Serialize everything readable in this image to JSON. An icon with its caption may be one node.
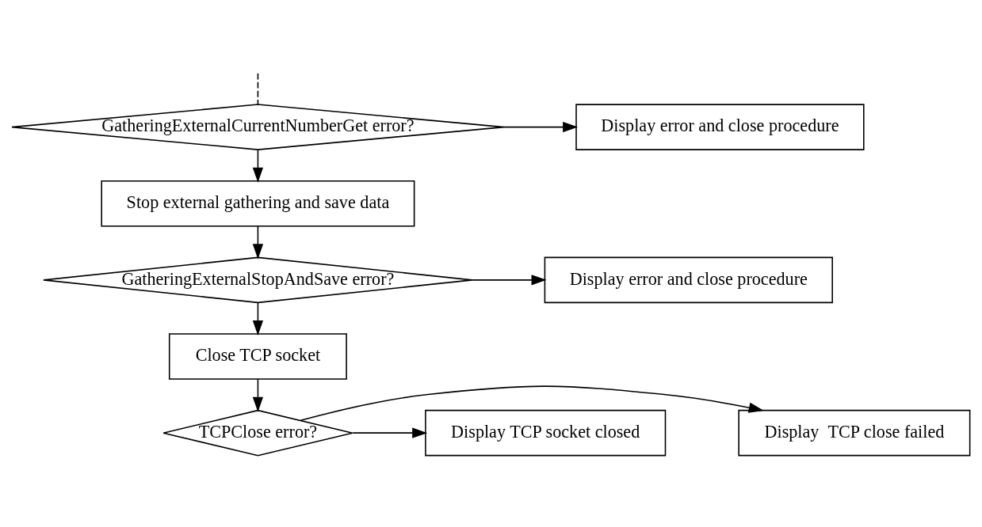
{
  "diagram": {
    "nodes": [
      {
        "text": [
          "Display error and close procedure"
        ]
      },
      {
        "text": [
          "GatheringExternalCurrentNumberGet error?"
        ]
      },
      {
        "text": [
          "Stop external gathering and save data"
        ]
      },
      {
        "text": [
          "Display error and close procedure"
        ]
      },
      {
        "text": [
          "GatheringExternalStopAndSave error?"
        ]
      },
      {
        "text": [
          "Close TCP socket"
        ]
      },
      {
        "text": [
          "Display  TCP close failed"
        ]
      },
      {
        "text": [
          "TCPClose error?"
        ]
      },
      {
        "text": [
          "Display TCP socket closed"
        ]
      }
    ],
    "edges": [
      {
        "from": null,
        "to": 1,
        "arrow": "none",
        "style": "dashed"
      },
      {
        "from": 1,
        "to": 0,
        "arrow": "to"
      },
      {
        "from": 1,
        "to": 2,
        "arrow": "to"
      },
      {
        "from": 2,
        "to": 4,
        "arrow": "to"
      },
      {
        "from": 4,
        "to": 3,
        "arrow": "to"
      },
      {
        "from": 4,
        "to": 5,
        "arrow": "to"
      },
      {
        "from": 5,
        "to": 7,
        "arrow": "to"
      },
      {
        "from": 7,
        "to": 6,
        "arrow": "to"
      },
      {
        "from": 7,
        "to": 8,
        "arrow": "to"
      }
    ]
  }
}
